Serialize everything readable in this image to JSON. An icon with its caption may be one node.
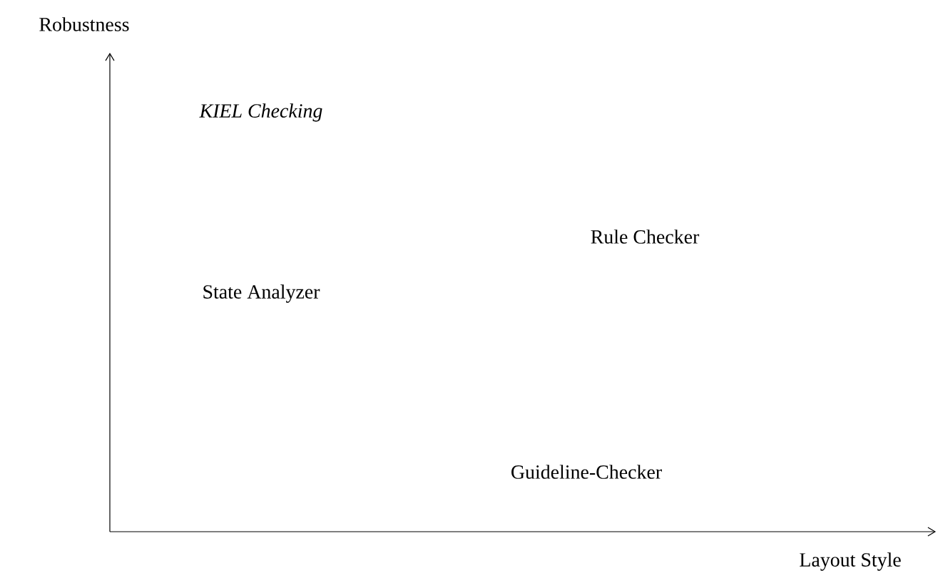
{
  "diagram": {
    "labels": [
      "Robustness",
      "KIEL Checking",
      "Rule Checker",
      "State Analyzer",
      "Guideline-Checker",
      "Layout Style"
    ]
  }
}
